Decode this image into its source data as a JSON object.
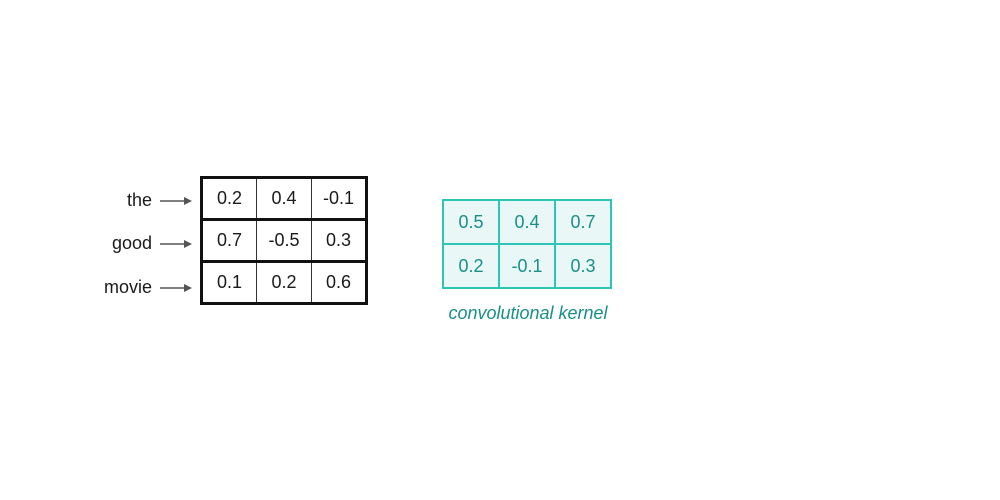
{
  "words": [
    "the",
    "good",
    "movie"
  ],
  "embedding_matrix": [
    [
      "0.2",
      "0.4",
      "-0.1"
    ],
    [
      "0.7",
      "-0.5",
      "0.3"
    ],
    [
      "0.1",
      "0.2",
      "0.6"
    ]
  ],
  "kernel": {
    "values": [
      [
        "0.5",
        "0.4",
        "0.7"
      ],
      [
        "0.2",
        "-0.1",
        "0.3"
      ]
    ],
    "caption": "convolutional kernel"
  },
  "colors": {
    "kernel_border": "#2ec4b6",
    "kernel_fill": "#e9f8f6",
    "kernel_text": "#1a8f88",
    "arrow": "#555555"
  }
}
